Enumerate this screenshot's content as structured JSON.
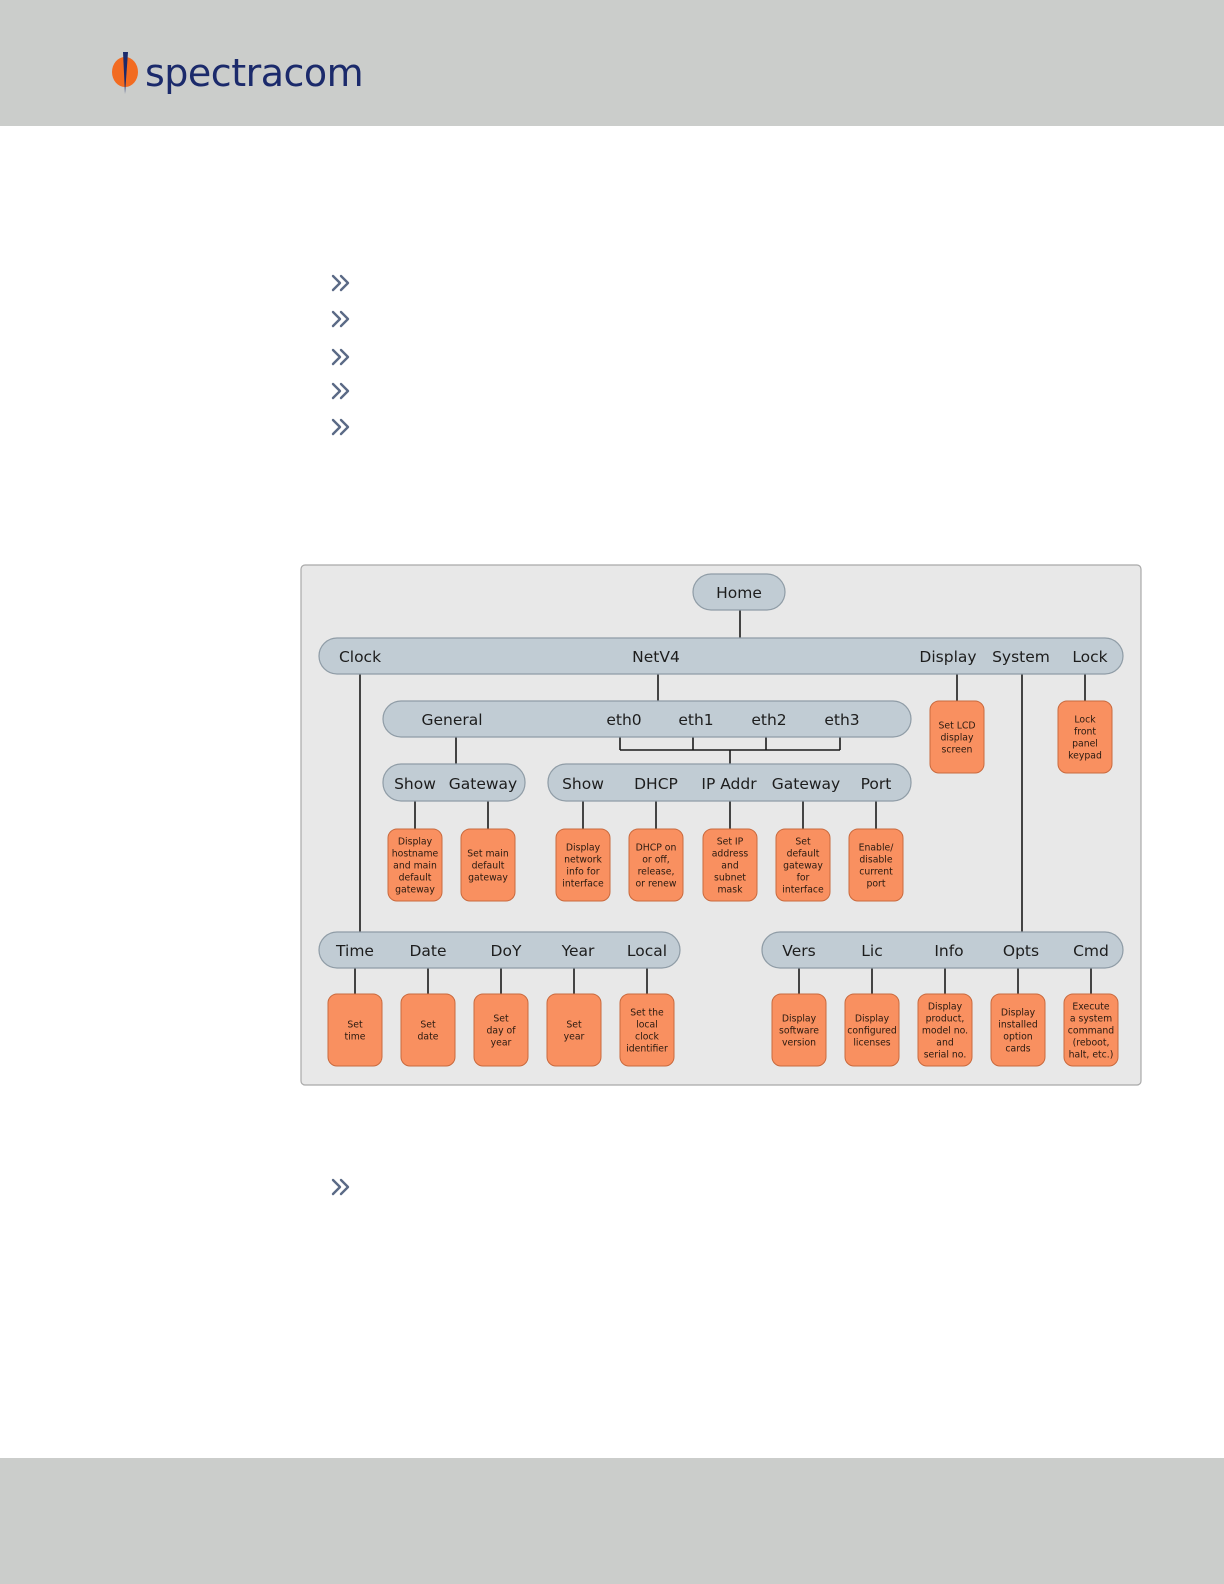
{
  "header": {
    "logo_text": "spectracom",
    "logo_icon": "spectracom-logo-icon",
    "brand_color": "#1b2a6b",
    "accent_color": "#f26b21"
  },
  "bullets": {
    "icon": "double-chevron-icon",
    "count": 6
  },
  "diagram": {
    "colors": {
      "panel": "#e8e8e8",
      "bar": "#c1ccd4",
      "node": "#f99060",
      "node_stroke": "#c96a3e",
      "line": "#1a1a1a"
    },
    "home": "Home",
    "top_bar": {
      "clock": "Clock",
      "netv4": "NetV4",
      "display": "Display",
      "system": "System",
      "lock": "Lock"
    },
    "display_node": [
      "Set LCD",
      "display",
      "screen"
    ],
    "lock_node": [
      "Lock",
      "front",
      "panel",
      "keypad"
    ],
    "general_bar": {
      "general": "General",
      "eth0": "eth0",
      "eth1": "eth1",
      "eth2": "eth2",
      "eth3": "eth3"
    },
    "general_sub": {
      "show": "Show",
      "gateway": "Gateway"
    },
    "eth_sub": {
      "show": "Show",
      "dhcp": "DHCP",
      "ipaddr": "IP Addr",
      "gateway": "Gateway",
      "port": "Port"
    },
    "general_nodes": [
      [
        "Display",
        "hostname",
        "and main",
        "default",
        "gateway"
      ],
      [
        "Set main",
        "default",
        "gateway"
      ]
    ],
    "eth_nodes": [
      [
        "Display",
        "network",
        "info for",
        "interface"
      ],
      [
        "DHCP on",
        "or off,",
        "release,",
        "or renew"
      ],
      [
        "Set IP",
        "address",
        "and",
        "subnet",
        "mask"
      ],
      [
        "Set",
        "default",
        "gateway",
        "for",
        "interface"
      ],
      [
        "Enable/",
        "disable",
        "current",
        "port"
      ]
    ],
    "clock_bar": {
      "time": "Time",
      "date": "Date",
      "doy": "DoY",
      "year": "Year",
      "local": "Local"
    },
    "clock_nodes": [
      [
        "Set",
        "time"
      ],
      [
        "Set",
        "date"
      ],
      [
        "Set",
        "day of",
        "year"
      ],
      [
        "Set",
        "year"
      ],
      [
        "Set the",
        "local",
        "clock",
        "identifier"
      ]
    ],
    "system_bar": {
      "vers": "Vers",
      "lic": "Lic",
      "info": "Info",
      "opts": "Opts",
      "cmd": "Cmd"
    },
    "system_nodes": [
      [
        "Display",
        "software",
        "version"
      ],
      [
        "Display",
        "configured",
        "licenses"
      ],
      [
        "Display",
        "product,",
        "model no.",
        "and",
        "serial no."
      ],
      [
        "Display",
        "installed",
        "option",
        "cards"
      ],
      [
        "Execute",
        "a system",
        "command",
        "(reboot,",
        "halt, etc.)"
      ]
    ]
  }
}
